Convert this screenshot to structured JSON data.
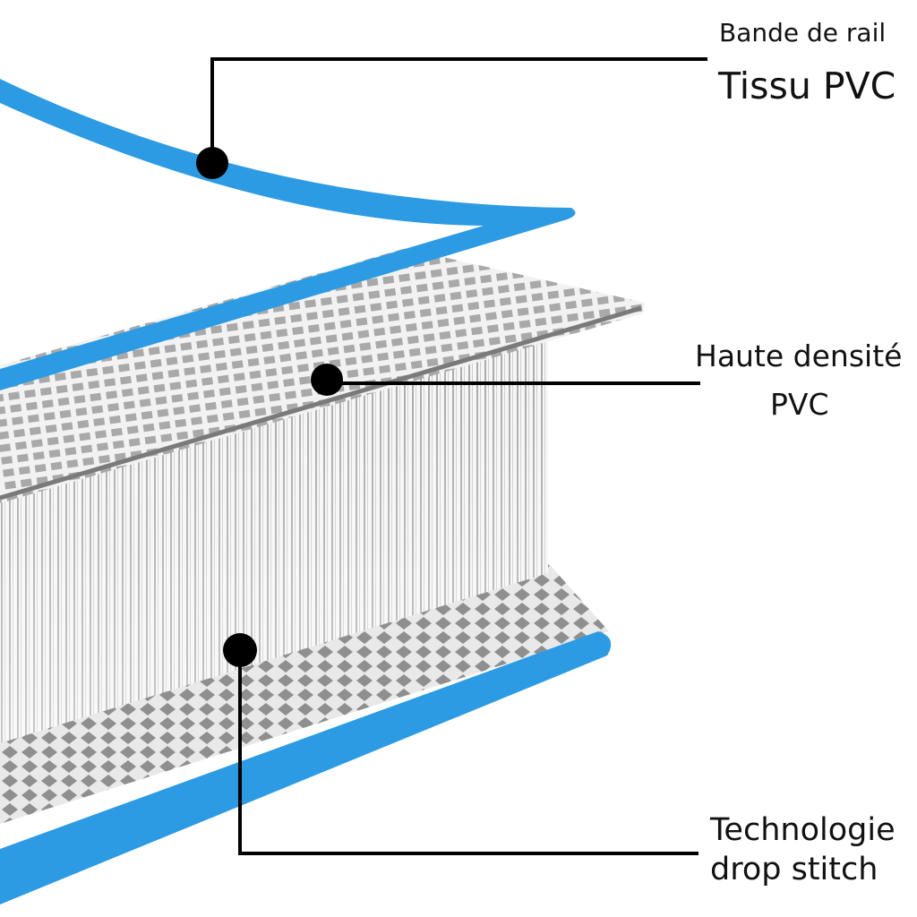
{
  "labels": {
    "rail_line1": "Bande de rail",
    "rail_line2": "Tissu PVC",
    "density_line1": "Haute densité",
    "density_line2": "PVC",
    "stitch_line1": "Technologie",
    "stitch_line2": "drop stitch"
  },
  "colors": {
    "rail_blue": "#2d9be3",
    "mesh_grey": "#b8b8b8",
    "thread_grey": "#8a8a8a",
    "leader_black": "#000000"
  }
}
